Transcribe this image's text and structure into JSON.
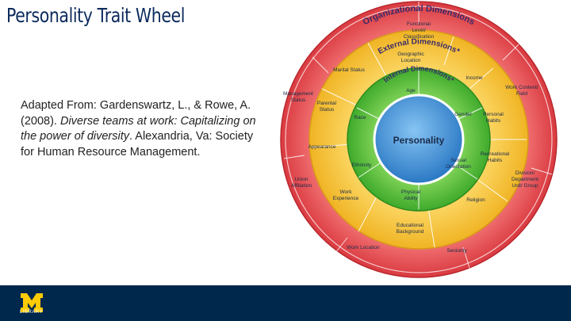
{
  "title": "Personality Trait Wheel",
  "citation": {
    "prefix": "Adapted From: Gardenswartz, L., & Rowe, A. (2008). ",
    "italic_title": "Diverse teams at work: Capitalizing on the power of diversity",
    "suffix": ". Alexandria, Va: Society for Human Resource Management."
  },
  "wheel": {
    "center": "Personality",
    "ring_titles": {
      "organizational": "Organizational Dimensions",
      "external": "External Dimensions*",
      "internal": "Internal Dimensions*"
    },
    "organizational_items": [
      "Functional Level/ Classification",
      "Work Content/ Field",
      "Division/ Department Unit/ Group",
      "Seniority",
      "Work Location",
      "Union Affiliation",
      "Management Status"
    ],
    "external_items": [
      "Geographic Location",
      "Income",
      "Personal Habits",
      "Recreational Habits",
      "Religion",
      "Educational Background",
      "Work Experience",
      "Appearance",
      "Parental Status",
      "Marital Status"
    ],
    "internal_items": [
      "Age",
      "Gender",
      "Sexual Orientation",
      "Physical Ability",
      "Ethnicity",
      "Race"
    ],
    "colors": {
      "organizational": "#e8474d",
      "external": "#f7c43a",
      "internal": "#5fbf3c",
      "center": "#3a8fd6"
    }
  },
  "footer": {
    "logo_letter": "M",
    "logo_text": "LIBRARY",
    "background": "#00274c",
    "logo_color": "#ffcb05"
  }
}
